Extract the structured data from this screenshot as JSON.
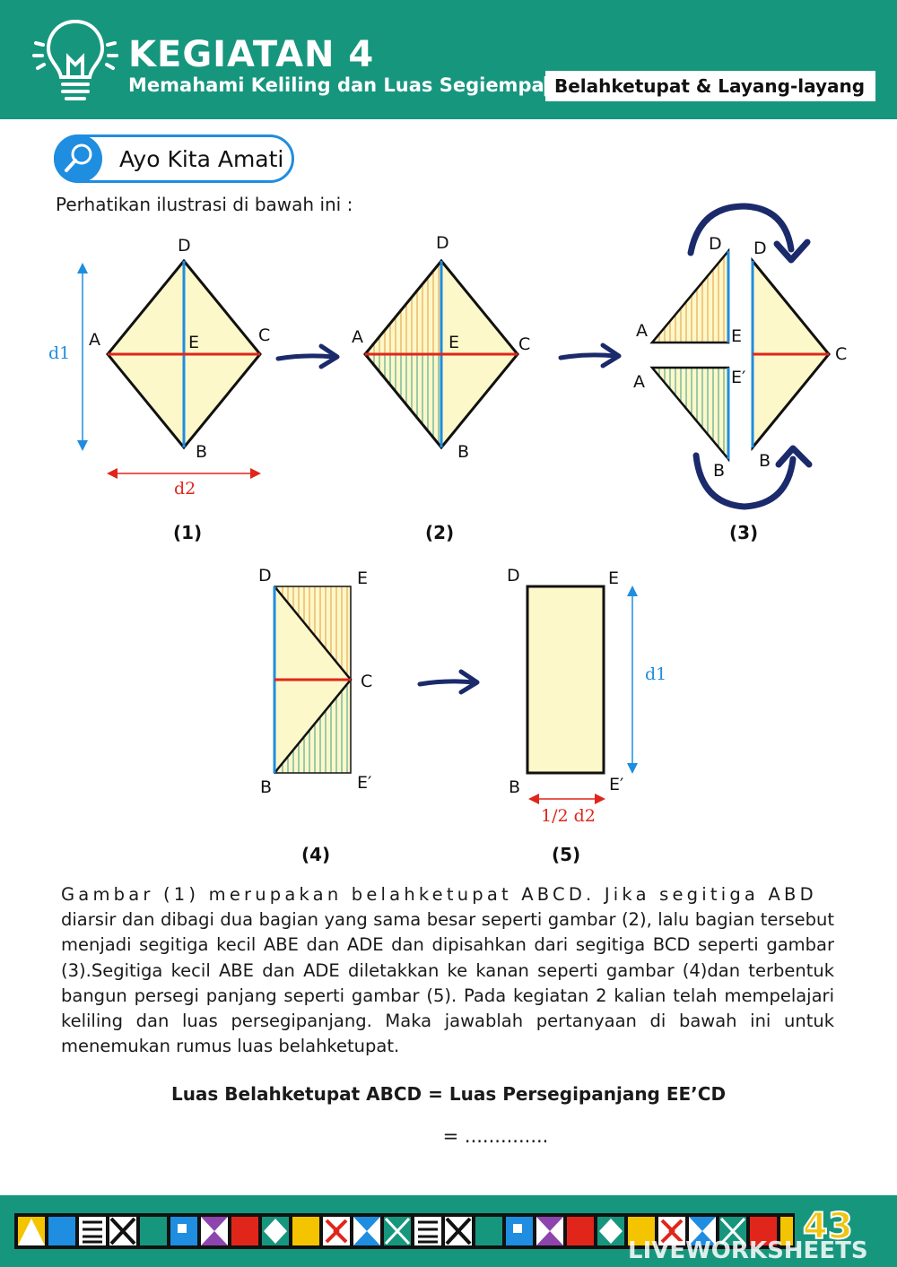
{
  "header": {
    "title": "KEGIATAN 4",
    "subtitle": "Memahami Keliling dan Luas Segiempat",
    "separator": "|",
    "topic": "Belahketupat & Layang-layang"
  },
  "section": {
    "label": "Ayo Kita Amati",
    "icon": "magnifier-icon"
  },
  "intro": "Perhatikan ilustrasi di bawah ini :",
  "figures": {
    "captions": [
      "(1)",
      "(2)",
      "(3)",
      "(4)",
      "(5)"
    ],
    "points": {
      "A": "A",
      "B": "B",
      "C": "C",
      "D": "D",
      "E": "E",
      "E2": "E′"
    },
    "d1": "d1",
    "d2": "d2",
    "half_d2": "1/2 d2"
  },
  "paragraph": {
    "line1": "Gambar (1) merupakan belahketupat ABCD. Jika segitiga ABD",
    "rest": "diarsir dan dibagi dua bagian yang sama besar seperti gambar (2), lalu bagian tersebut menjadi segitiga kecil ABE dan ADE dan dipisahkan dari segitiga BCD seperti gambar (3).Segitiga kecil ABE dan ADE diletakkan ke kanan seperti gambar (4)dan terbentuk bangun persegi panjang seperti gambar (5). Pada kegiatan 2 kalian telah mempelajari keliling dan luas persegipanjang. Maka jawablah pertanyaan di bawah ini untuk menemukan rumus luas belahketupat."
  },
  "formula": "Luas Belahketupat ABCD = Luas Persegipanjang EE’CD",
  "answer": "= ..............",
  "footer": {
    "page_number": "43",
    "watermark": "LIVEWORKSHEETS"
  },
  "colors": {
    "teal": "#17967e",
    "blue": "#1f8de0",
    "red": "#e0261b",
    "fill": "#fdf8c9",
    "navy": "#1b2a6b",
    "orange": "#e79a3a",
    "green": "#3a9c8a"
  }
}
